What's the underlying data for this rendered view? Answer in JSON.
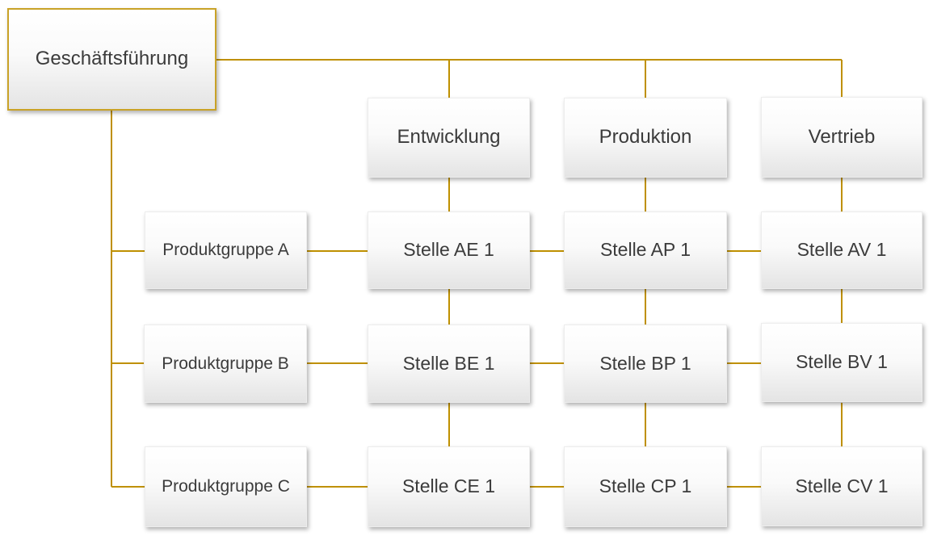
{
  "diagram": {
    "root": {
      "label": "Geschäftsführung"
    },
    "functions": [
      {
        "label": "Entwicklung"
      },
      {
        "label": "Produktion"
      },
      {
        "label": "Vertrieb"
      }
    ],
    "product_groups": [
      {
        "label": "Produktgruppe A"
      },
      {
        "label": "Produktgruppe B"
      },
      {
        "label": "Produktgruppe C"
      }
    ],
    "cells": [
      [
        "Stelle AE 1",
        "Stelle AP 1",
        "Stelle AV 1"
      ],
      [
        "Stelle BE 1",
        "Stelle BP 1",
        "Stelle BV 1"
      ],
      [
        "Stelle CE 1",
        "Stelle CP 1",
        "Stelle CV 1"
      ]
    ],
    "colors": {
      "connector": "#BF9000",
      "root_border": "#C9A227",
      "text": "#3B3B3B"
    }
  }
}
